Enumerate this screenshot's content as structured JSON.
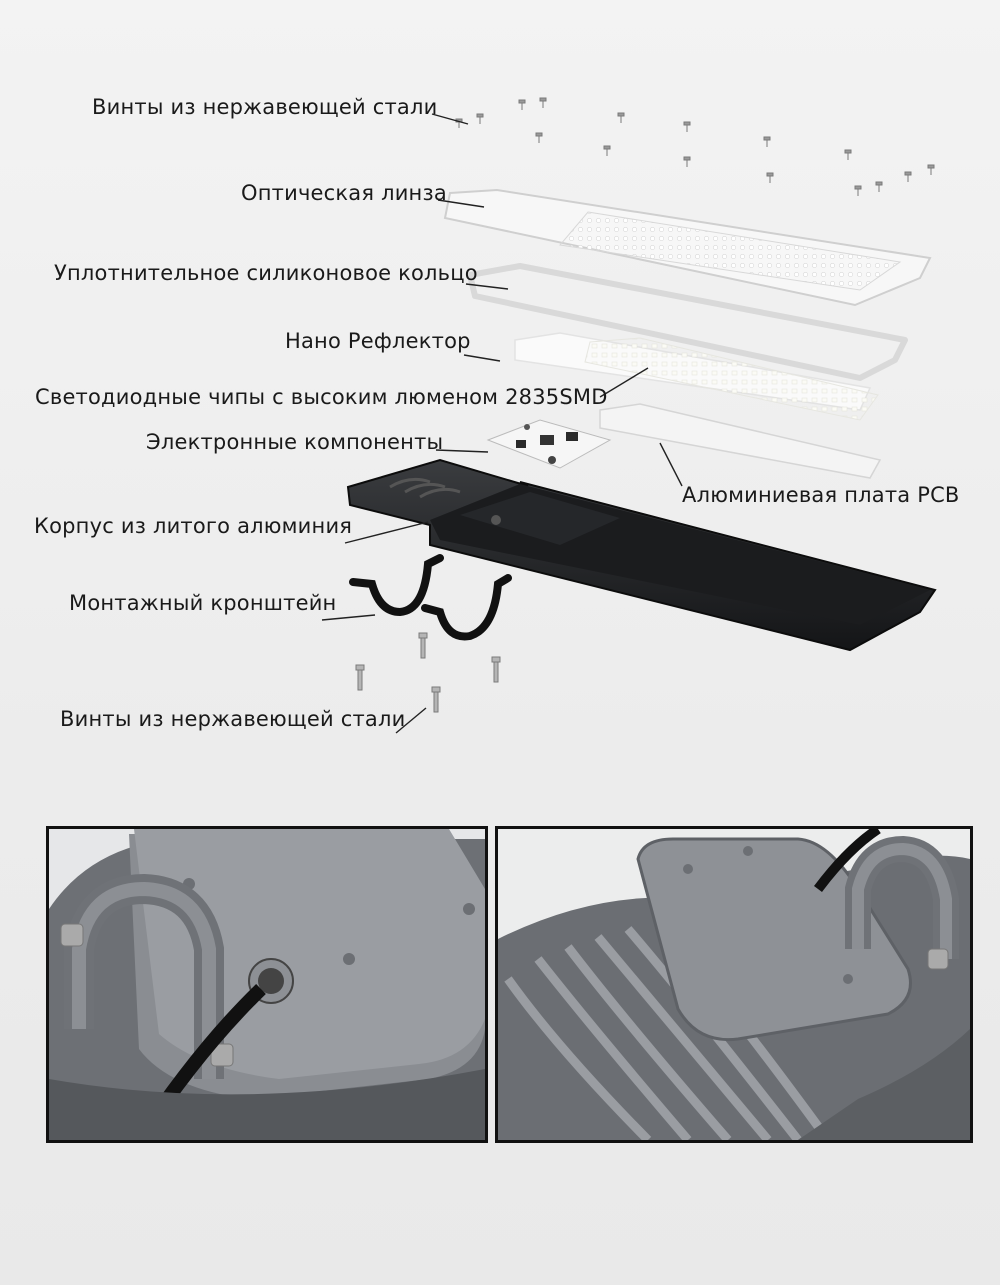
{
  "labels": {
    "screws_top": "Винты из нержавеющей стали",
    "optical_lens": "Оптическая линза",
    "silicone_ring": "Уплотнительное силиконовое кольцо",
    "nano_reflector": "Нано Рефлектор",
    "led_chips": "Светодиодные чипы с высоким люменом 2835SMD",
    "electronics": "Электронные компоненты",
    "aluminum_pcb": "Алюминиевая плата PCB",
    "die_cast_housing": "Корпус из литого алюминия",
    "mounting_bracket": "Монтажный кронштейн",
    "screws_bottom": "Винты из нержавеющей стали"
  },
  "colors": {
    "background": "#eeeeee",
    "housing": "#1f2123",
    "photo_metal": "#7d8085",
    "photo_frame": "#111111"
  },
  "photos": [
    {
      "name": "housing-detail-cable-gland-photo"
    },
    {
      "name": "housing-detail-heatsink-photo"
    }
  ]
}
